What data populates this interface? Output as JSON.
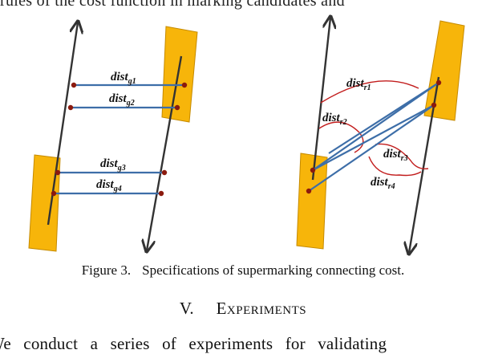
{
  "top_text": "rules of the cost function in marking candidates and",
  "figure": {
    "left_labels": [
      {
        "base": "dist",
        "sub": "g1"
      },
      {
        "base": "dist",
        "sub": "g2"
      },
      {
        "base": "dist",
        "sub": "g3"
      },
      {
        "base": "dist",
        "sub": "g4"
      }
    ],
    "right_labels": [
      {
        "base": "dist",
        "sub": "r1"
      },
      {
        "base": "dist",
        "sub": "r2"
      },
      {
        "base": "dist",
        "sub": "r3"
      },
      {
        "base": "dist",
        "sub": "r4"
      }
    ],
    "colors": {
      "marking": "#f7b50a",
      "marking_border": "#c58a00",
      "link": "#3d6ea8",
      "arc": "#c21d1d",
      "point": "#8b1a0e",
      "axis": "#333333"
    }
  },
  "caption": {
    "number": "Figure 3.",
    "text": "Specifications of supermarking connecting cost."
  },
  "section": {
    "number": "V.",
    "title": "Experiments"
  },
  "body_text": "We conduct a series of experiments for validating"
}
